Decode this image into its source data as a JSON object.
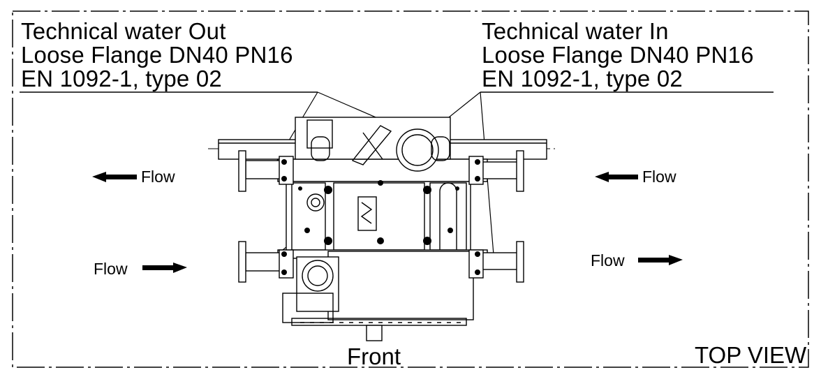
{
  "callouts": {
    "out": [
      "Technical water Out",
      "Loose Flange DN40 PN16",
      "EN 1092-1, type 02"
    ],
    "in": [
      "Technical water In",
      "Loose Flange DN40 PN16",
      "EN 1092-1, type 02"
    ]
  },
  "flow_labels": [
    "Flow",
    "Flow",
    "Flow",
    "Flow"
  ],
  "front_label": "Front",
  "view_label": "TOP VIEW"
}
